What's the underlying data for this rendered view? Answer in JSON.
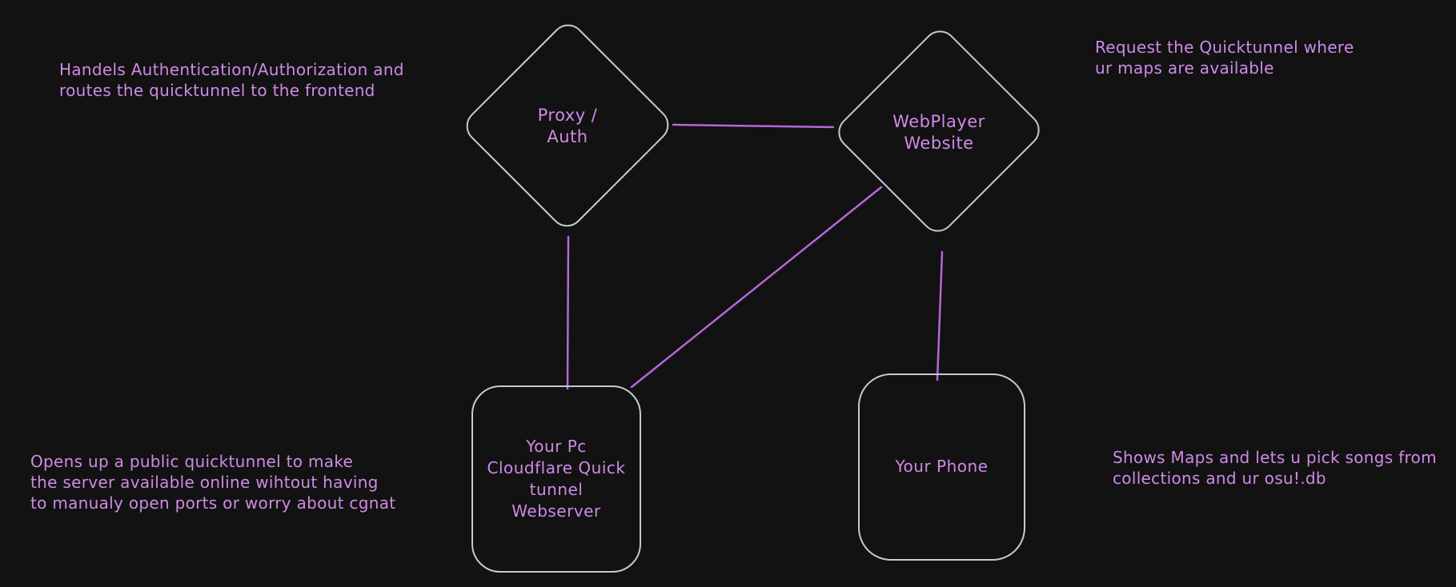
{
  "canvas": {
    "background_color": "#121212",
    "shape_stroke_color": "#c6cbd1",
    "text_color": "#cf8ae6",
    "edge_color": "#b667dc"
  },
  "nodes": [
    {
      "id": "proxy-auth",
      "shape": "diamond",
      "label": "Proxy /\nAuth"
    },
    {
      "id": "webplayer-website",
      "shape": "diamond",
      "label": "WebPlayer\nWebsite"
    },
    {
      "id": "pc-webserver",
      "shape": "rounded-rect",
      "label": "Your Pc\nCloudflare Quick\ntunnel\nWebserver"
    },
    {
      "id": "your-phone",
      "shape": "rounded-rect",
      "label": "Your Phone"
    }
  ],
  "edges": [
    {
      "from": "proxy-auth",
      "to": "webplayer-website"
    },
    {
      "from": "proxy-auth",
      "to": "pc-webserver"
    },
    {
      "from": "webplayer-website",
      "to": "pc-webserver"
    },
    {
      "from": "webplayer-website",
      "to": "your-phone"
    }
  ],
  "annotations": [
    {
      "id": "note-proxy",
      "text": "Handels Authentication/Authorization and\nroutes the quicktunnel to the frontend"
    },
    {
      "id": "note-webplayer",
      "text": "Request the Quicktunnel where\nur maps are available"
    },
    {
      "id": "note-webserver",
      "text": "Opens up a public quicktunnel to make\nthe server available online wihtout having\nto manualy open ports or worry about cgnat"
    },
    {
      "id": "note-phone",
      "text": "Shows Maps and lets u pick songs from\ncollections and ur osu!.db"
    }
  ]
}
